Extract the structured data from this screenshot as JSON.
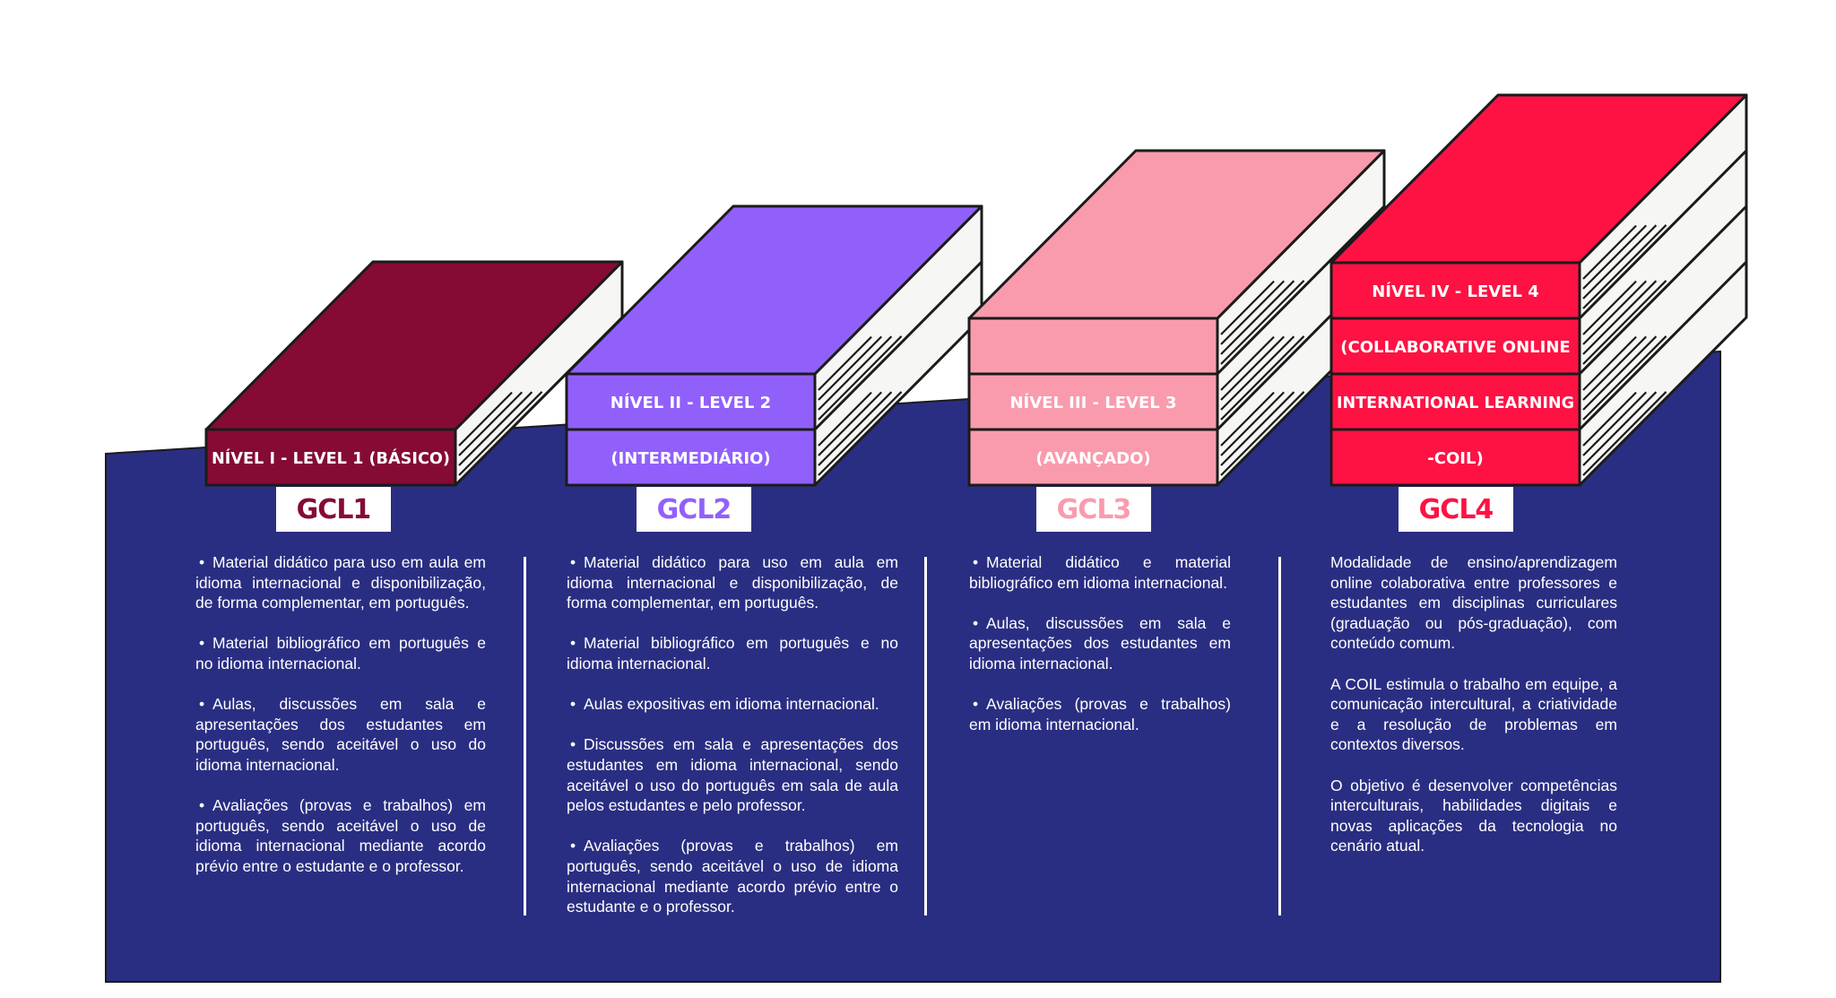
{
  "colors": {
    "background": "#ffffff",
    "panel": "#2a2e82",
    "outline": "#1b1b1b",
    "page_side": "#f6f7f4",
    "level1": "#850b35",
    "level2": "#9160fb",
    "level3": "#f99bad",
    "level4": "#fd1243"
  },
  "levels": [
    {
      "code": "GCL1",
      "color": "#850b35",
      "bands": [
        "NÍVEL I - LEVEL 1 (BÁSICO)"
      ],
      "items": [
        {
          "bullet": true,
          "text": "Material didático para uso em aula em idioma internacional e disponibilização, de forma complementar, em português."
        },
        {
          "bullet": true,
          "text": "Material bibliográfico em português e no idioma internacional."
        },
        {
          "bullet": true,
          "text": "Aulas, discussões em sala e apresentações dos estudantes em português, sendo aceitável o uso do idioma internacional."
        },
        {
          "bullet": true,
          "text": "Avaliações (provas e trabalhos) em português, sendo aceitável o uso de idioma internacional mediante acordo prévio entre o estudante e o professor."
        }
      ]
    },
    {
      "code": "GCL2",
      "color": "#9160fb",
      "bands": [
        "NÍVEL II - LEVEL 2",
        "(INTERMEDIÁRIO)"
      ],
      "items": [
        {
          "bullet": true,
          "text": "Material didático para uso em aula em idioma internacional e disponibilização, de forma complementar, em português."
        },
        {
          "bullet": true,
          "text": "Material bibliográfico em português e no idioma internacional."
        },
        {
          "bullet": true,
          "text": "Aulas expositivas em idioma internacional."
        },
        {
          "bullet": true,
          "text": "Discussões em sala e apresentações dos estudantes em idioma internacional, sendo aceitável o uso do português em sala de aula pelos estudantes e pelo professor."
        },
        {
          "bullet": true,
          "text": "Avaliações (provas e trabalhos) em português, sendo aceitável o uso de idioma internacional mediante acordo prévio entre o estudante e o professor."
        }
      ]
    },
    {
      "code": "GCL3",
      "color": "#f99bad",
      "bands": [
        "",
        "NÍVEL III - LEVEL 3",
        "(AVANÇADO)"
      ],
      "items": [
        {
          "bullet": true,
          "text": "Material didático e material bibliográfico em idioma internacional."
        },
        {
          "bullet": true,
          "text": "Aulas, discussões em sala e apresentações dos estudantes em idioma internacional."
        },
        {
          "bullet": true,
          "text": "Avaliações (provas e trabalhos) em idioma internacional."
        }
      ]
    },
    {
      "code": "GCL4",
      "color": "#fd1243",
      "bands": [
        "NÍVEL IV - LEVEL 4",
        "(COLLABORATIVE ONLINE",
        "INTERNATIONAL LEARNING",
        "-COIL)"
      ],
      "items": [
        {
          "bullet": false,
          "text": "Modalidade de ensino/aprendizagem online colaborativa entre professores e estudantes em disciplinas curriculares (graduação ou pós-graduação), com conteúdo comum."
        },
        {
          "bullet": false,
          "text": "A COIL estimula o trabalho em equipe, a comunicação intercultural, a criatividade e a resolução de problemas em contextos diversos."
        },
        {
          "bullet": false,
          "text": "O objetivo é desenvolver competências interculturais, habilidades digitais e novas aplicações da tecnologia no cenário atual."
        }
      ]
    }
  ]
}
